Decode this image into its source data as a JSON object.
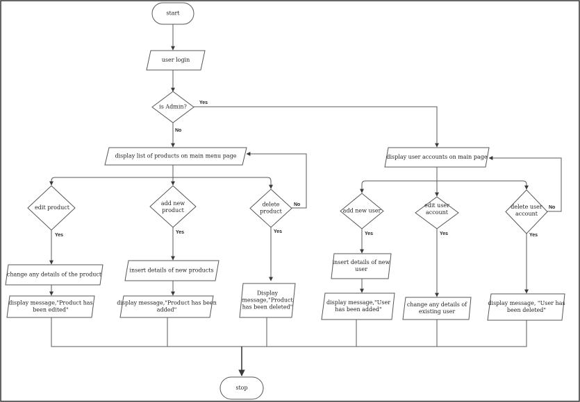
{
  "nodes": {
    "start": [
      "start"
    ],
    "user_login": [
      "user login"
    ],
    "is_admin": [
      "is Admin?"
    ],
    "display_products": [
      "display list of products on main menu page"
    ],
    "display_users": [
      "display user accounts on main page"
    ],
    "edit_product": [
      "edit product"
    ],
    "add_product": [
      "add new",
      "product"
    ],
    "delete_product": [
      "delete",
      "product"
    ],
    "add_user": [
      "add new user"
    ],
    "edit_user": [
      "edit user",
      "account"
    ],
    "delete_user": [
      "delete user",
      "account"
    ],
    "change_product": [
      "change any details of the product"
    ],
    "msg_edited": [
      "display message,\"Product has",
      "been edited\""
    ],
    "insert_product": [
      "insert details of new products"
    ],
    "msg_added": [
      "display message,\"Product has been",
      "added\""
    ],
    "msg_deleted": [
      "Display",
      "message,\"Product",
      "has been deleted\""
    ],
    "insert_user": [
      "insert details of new",
      "user"
    ],
    "msg_user_added": [
      "display message,\"User",
      "has been added\""
    ],
    "change_user": [
      "change any details of",
      "existing user"
    ],
    "msg_user_deleted": [
      "display message, \"User has",
      "been deleted\""
    ],
    "stop": [
      "stop"
    ]
  },
  "edge_labels": {
    "admin_yes": "Yes",
    "admin_no": "No",
    "edit_product_yes": "Yes",
    "add_product_yes": "Yes",
    "delete_product_yes": "Yes",
    "delete_product_no": "No",
    "add_user_yes": "Yes",
    "edit_user_yes": "Yes",
    "delete_user_yes": "Yes",
    "delete_user_no": "No"
  }
}
